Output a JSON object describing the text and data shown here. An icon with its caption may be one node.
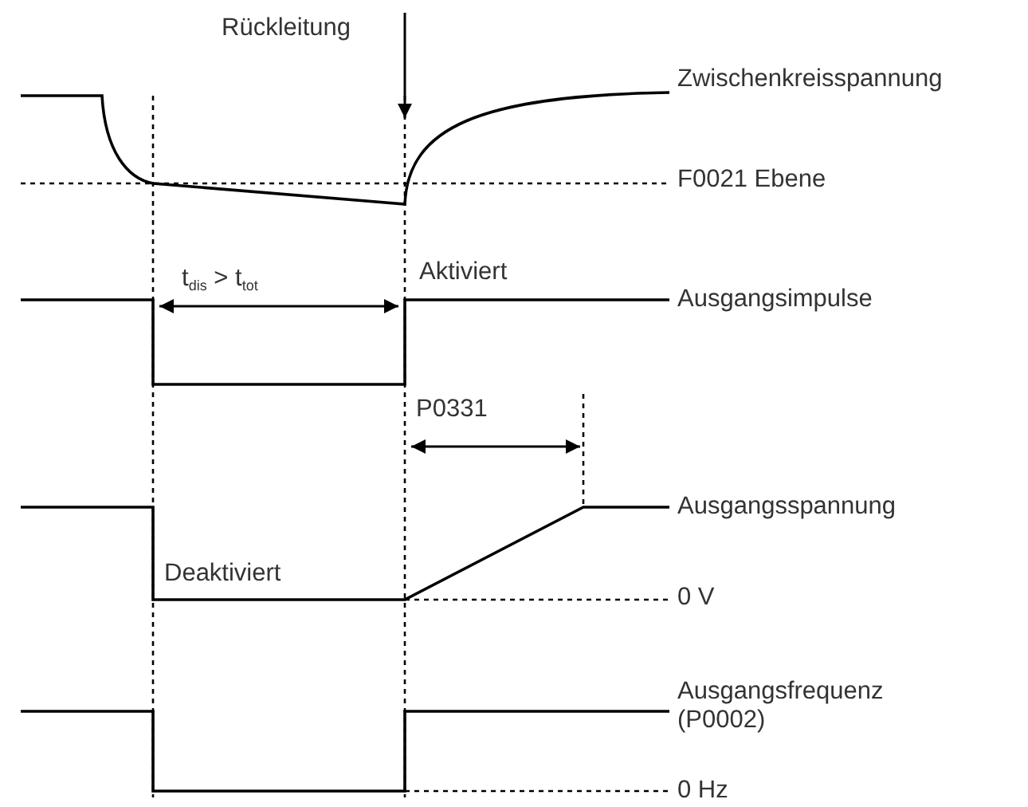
{
  "diagram": {
    "labels": [
      "Rückleitung",
      "Zwischenkreisspannung",
      "F0021 Ebene",
      "t$_{dis}$ > t$_{tot}$",
      "Aktiviert",
      "Ausgangsimpulse",
      "P0331",
      "Ausgangsspannung",
      "Deaktiviert",
      "0 V",
      "Ausgangsfrequenz (P0002)",
      "0 Hz"
    ]
  }
}
